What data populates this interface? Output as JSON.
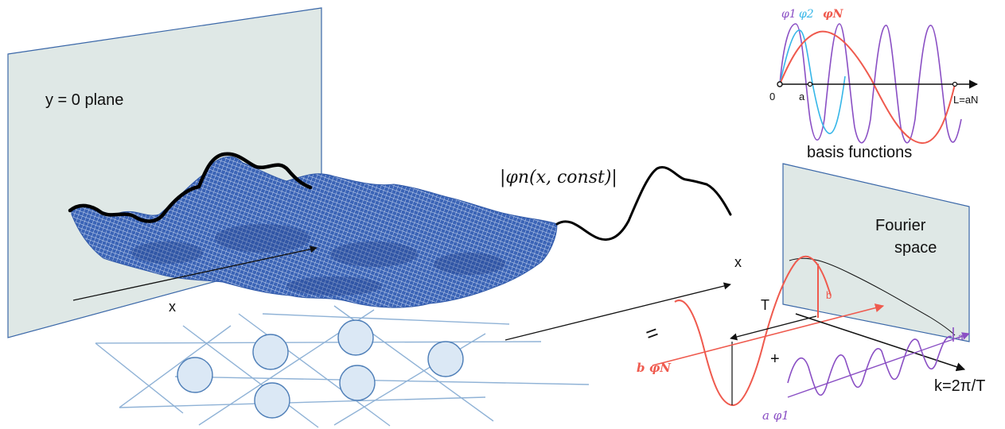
{
  "left_panel": {
    "plane_label": "y = 0 plane",
    "x_axis_label": "x",
    "profile_label": "|φn(x, const)|",
    "arrow_x_label": "x",
    "equals_sign": "="
  },
  "basis_panel": {
    "origin_label": "0",
    "a_label": "a",
    "end_label": "L=aN",
    "caption": "basis functions",
    "legend": {
      "phi1": "φ1",
      "phi2": "φ2",
      "phiN": "φN"
    }
  },
  "fourier_panel": {
    "title_line1": "Fourier",
    "title_line2": "space",
    "period_label": "T",
    "b_label": "b",
    "a_label": "a",
    "k_label": "k=2π/T",
    "plus_sign": "+",
    "b_phiN_label": "b φN",
    "a_phi1_label": "a φ1"
  },
  "colors": {
    "plane_fill": "#dfe8e6",
    "plane_stroke": "#3a67a8",
    "surface_blue": "#2f58a8",
    "lattice_line": "#8fb2d6",
    "node_fill": "#dbe8f5",
    "node_stroke": "#4f7fb8",
    "red_curve": "#ef5a4e",
    "purple_curve": "#8a4fc4",
    "cyan_curve": "#35b6e8"
  }
}
